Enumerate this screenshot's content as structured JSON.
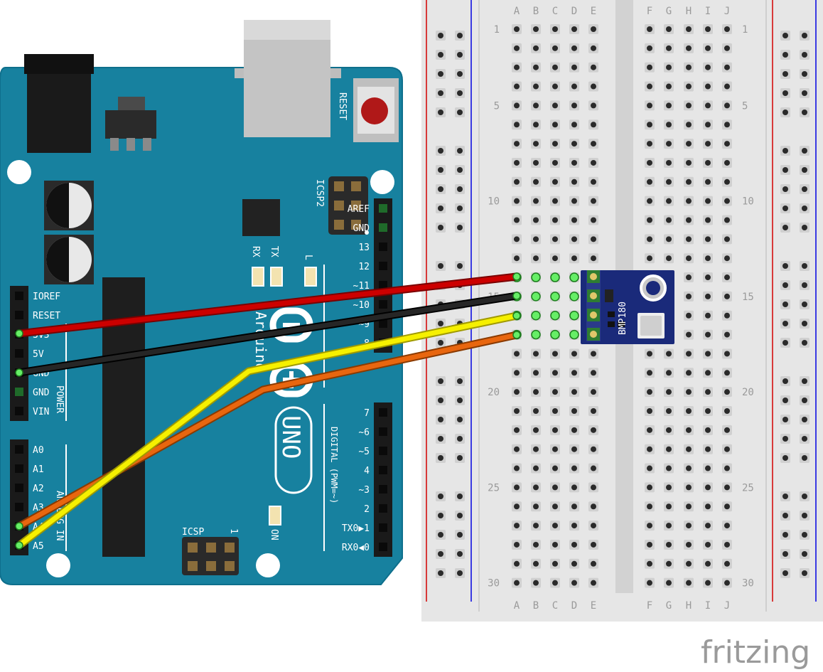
{
  "colors": {
    "board": "#17819f",
    "board_edge": "#0e6f8c",
    "breadboard": "#e6e6e6",
    "rail_red": "#d40000",
    "rail_blue": "#0000e0",
    "wire_vcc": "#cc0000",
    "wire_gnd": "#1a1a1a",
    "wire_sda": "#f6f000",
    "wire_scl": "#e8660f",
    "sensor": "#1a2a7a",
    "highlight": "#66ee66"
  },
  "breadboard": {
    "columns_left": [
      "A",
      "B",
      "C",
      "D",
      "E"
    ],
    "columns_right": [
      "F",
      "G",
      "H",
      "I",
      "J"
    ],
    "row_labels": [
      "1",
      "5",
      "10",
      "15",
      "20",
      "25",
      "30"
    ]
  },
  "board": {
    "brand": "Arduino",
    "model": "UNO",
    "reset_label": "RESET",
    "icsp2_label": "ICSP2",
    "icsp_label": "ICSP",
    "icsp_pin1": "1",
    "rx_label": "RX",
    "tx_label": "TX",
    "l_label": "L",
    "on_label": "ON",
    "power_title": "POWER",
    "analog_title": "ANALOG IN",
    "digital_title": "DIGITAL (PWM=~)",
    "power_pins": [
      "IOREF",
      "RESET",
      "3V3",
      "5V",
      "GND",
      "GND",
      "VIN"
    ],
    "analog_pins": [
      "A0",
      "A1",
      "A2",
      "A3",
      "A4",
      "A5"
    ],
    "digital_high": [
      "AREF",
      "GND",
      "13",
      "12",
      "~11",
      "~10",
      "~9",
      "8"
    ],
    "digital_low": [
      "7",
      "~6",
      "~5",
      "4",
      "~3",
      "2",
      "TX0▶1",
      "RX0◀0"
    ]
  },
  "sensor": {
    "name": "BMP180"
  },
  "wires": [
    {
      "name": "vcc",
      "from": "3V3",
      "to": "row 14"
    },
    {
      "name": "gnd",
      "from": "GND",
      "to": "row 15"
    },
    {
      "name": "sda",
      "from": "A5",
      "to": "row 16"
    },
    {
      "name": "scl",
      "from": "A4",
      "to": "row 17"
    }
  ],
  "watermark": "fritzing"
}
